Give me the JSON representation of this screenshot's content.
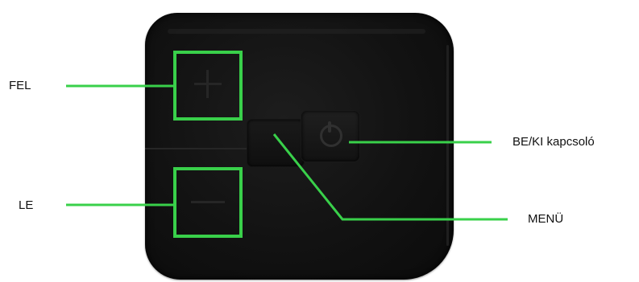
{
  "labels": {
    "up": "FEL",
    "down": "LE",
    "power": "BE/KI kapcsoló",
    "menu": "MENÜ"
  },
  "icons": {
    "up_button": "plus-icon",
    "down_button": "minus-icon",
    "power_button": "power-icon"
  },
  "colors": {
    "highlight": "#39d04a",
    "device": "#121212"
  }
}
